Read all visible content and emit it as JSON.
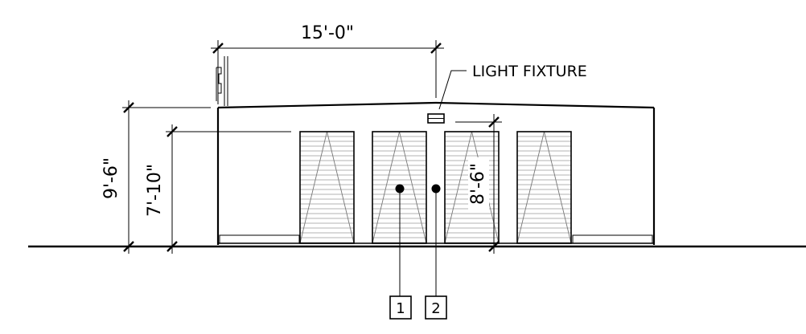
{
  "drawing": {
    "dimensions": {
      "width_overall": "15'-0\"",
      "height_eave": "9'-6\"",
      "height_door": "7'-10\"",
      "height_fixture": "8'-6\""
    },
    "callouts": {
      "light_fixture": "LIGHT FIXTURE"
    },
    "keynotes": [
      {
        "label": "1"
      },
      {
        "label": "2"
      }
    ]
  }
}
